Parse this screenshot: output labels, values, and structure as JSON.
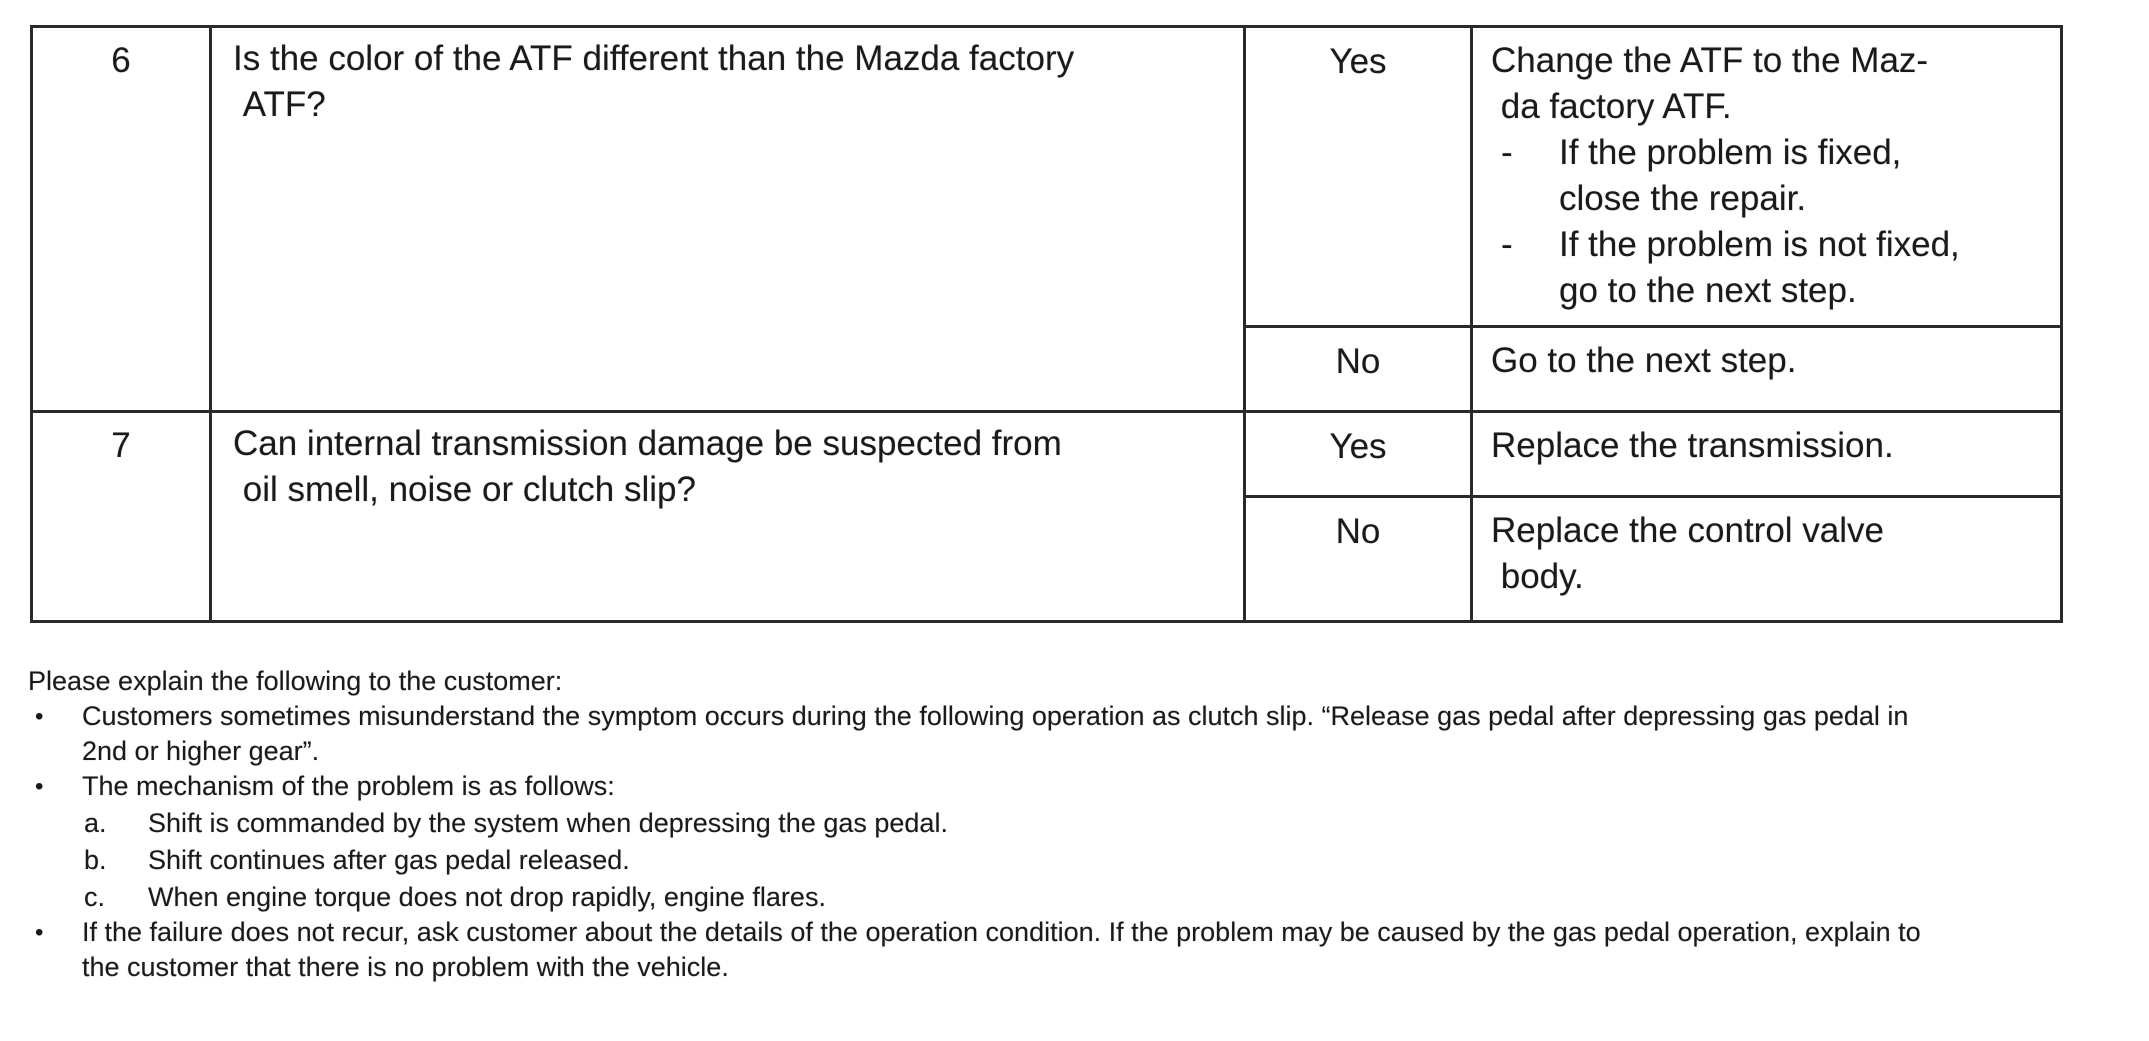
{
  "colors": {
    "background": "#ffffff",
    "text": "#1a1a1a",
    "table_border": "#2a2a2a"
  },
  "table": {
    "dash_marker": "-",
    "rows": [
      {
        "step": "6",
        "question": "Is the color of the ATF different than the Mazda factory\n ATF?",
        "branches": [
          {
            "answer": "Yes",
            "action_intro": "Change the ATF to the Maz-\n da factory ATF.",
            "action_items": [
              "If the problem is fixed,\nclose the repair.",
              "If the problem is not fixed,\ngo to the next step."
            ]
          },
          {
            "answer": "No",
            "action_intro": "Go to the next step.",
            "action_items": []
          }
        ]
      },
      {
        "step": "7",
        "question": "Can internal transmission damage be suspected from\n oil smell, noise or clutch slip?",
        "branches": [
          {
            "answer": "Yes",
            "action_intro": "Replace the transmission.",
            "action_items": []
          },
          {
            "answer": "No",
            "action_intro": "Replace the control valve\n body.",
            "action_items": []
          }
        ]
      }
    ]
  },
  "notes": {
    "intro": "Please explain the following to the customer:",
    "bullet_marker": "•",
    "bullets": [
      {
        "text": "Customers sometimes misunderstand the symptom occurs during the following operation as clutch slip. “Release gas pedal after depressing gas pedal in\n2nd or higher gear”.",
        "sub_items": []
      },
      {
        "text": "The mechanism of the problem is as follows:",
        "sub_items": [
          {
            "label": "a.",
            "text": "Shift is commanded by the system when depressing the gas pedal."
          },
          {
            "label": "b.",
            "text": "Shift continues after gas pedal released."
          },
          {
            "label": "c.",
            "text": "When engine torque does not drop rapidly, engine flares."
          }
        ]
      },
      {
        "text": "If the failure does not recur, ask customer about the details of the operation condition. If the problem may be caused by the gas pedal operation, explain to\nthe customer that there is no problem with the vehicle.",
        "sub_items": []
      }
    ]
  }
}
